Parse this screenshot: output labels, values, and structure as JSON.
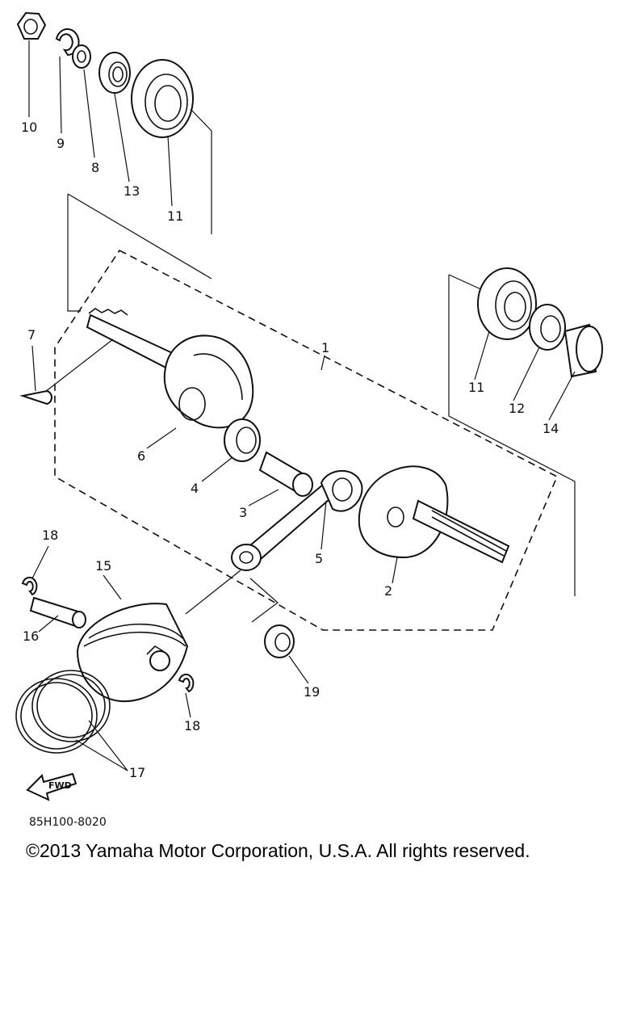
{
  "diagram": {
    "figure_code": "85H100-8020",
    "fwd_label": "FWD",
    "callouts": [
      "10",
      "9",
      "8",
      "13",
      "11",
      "7",
      "1",
      "11",
      "12",
      "14",
      "6",
      "4",
      "3",
      "5",
      "2",
      "18",
      "15",
      "16",
      "18",
      "19",
      "17"
    ]
  },
  "footer": {
    "copyright": "©2013 Yamaha Motor Corporation, U.S.A. All rights reserved."
  }
}
